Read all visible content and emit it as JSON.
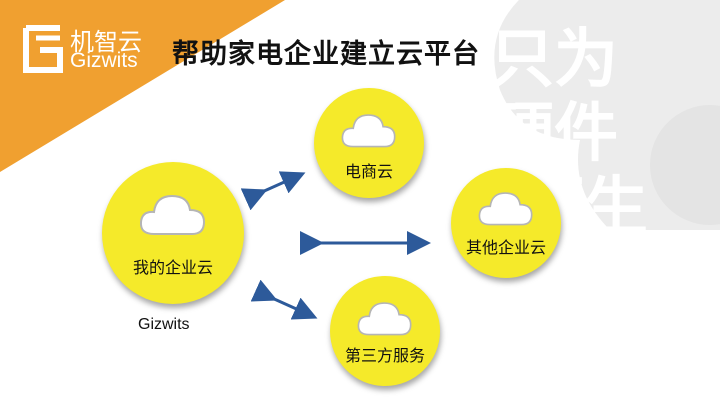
{
  "logo": {
    "cn": "机智云",
    "en": "Gizwits"
  },
  "title": "帮助家电企业建立云平台",
  "watermark": {
    "line1": "只为",
    "line2": "硬件",
    "line3": "而生"
  },
  "nodes": {
    "my_cloud": {
      "label": "我的企业云",
      "caption": "Gizwits"
    },
    "ecommerce": {
      "label": "电商云"
    },
    "other": {
      "label": "其他企业云"
    },
    "third_party": {
      "label": "第三方服务"
    }
  },
  "colors": {
    "accent": "#f0a030",
    "node": "#f5ea2a",
    "arrow": "#2d5a9a"
  }
}
